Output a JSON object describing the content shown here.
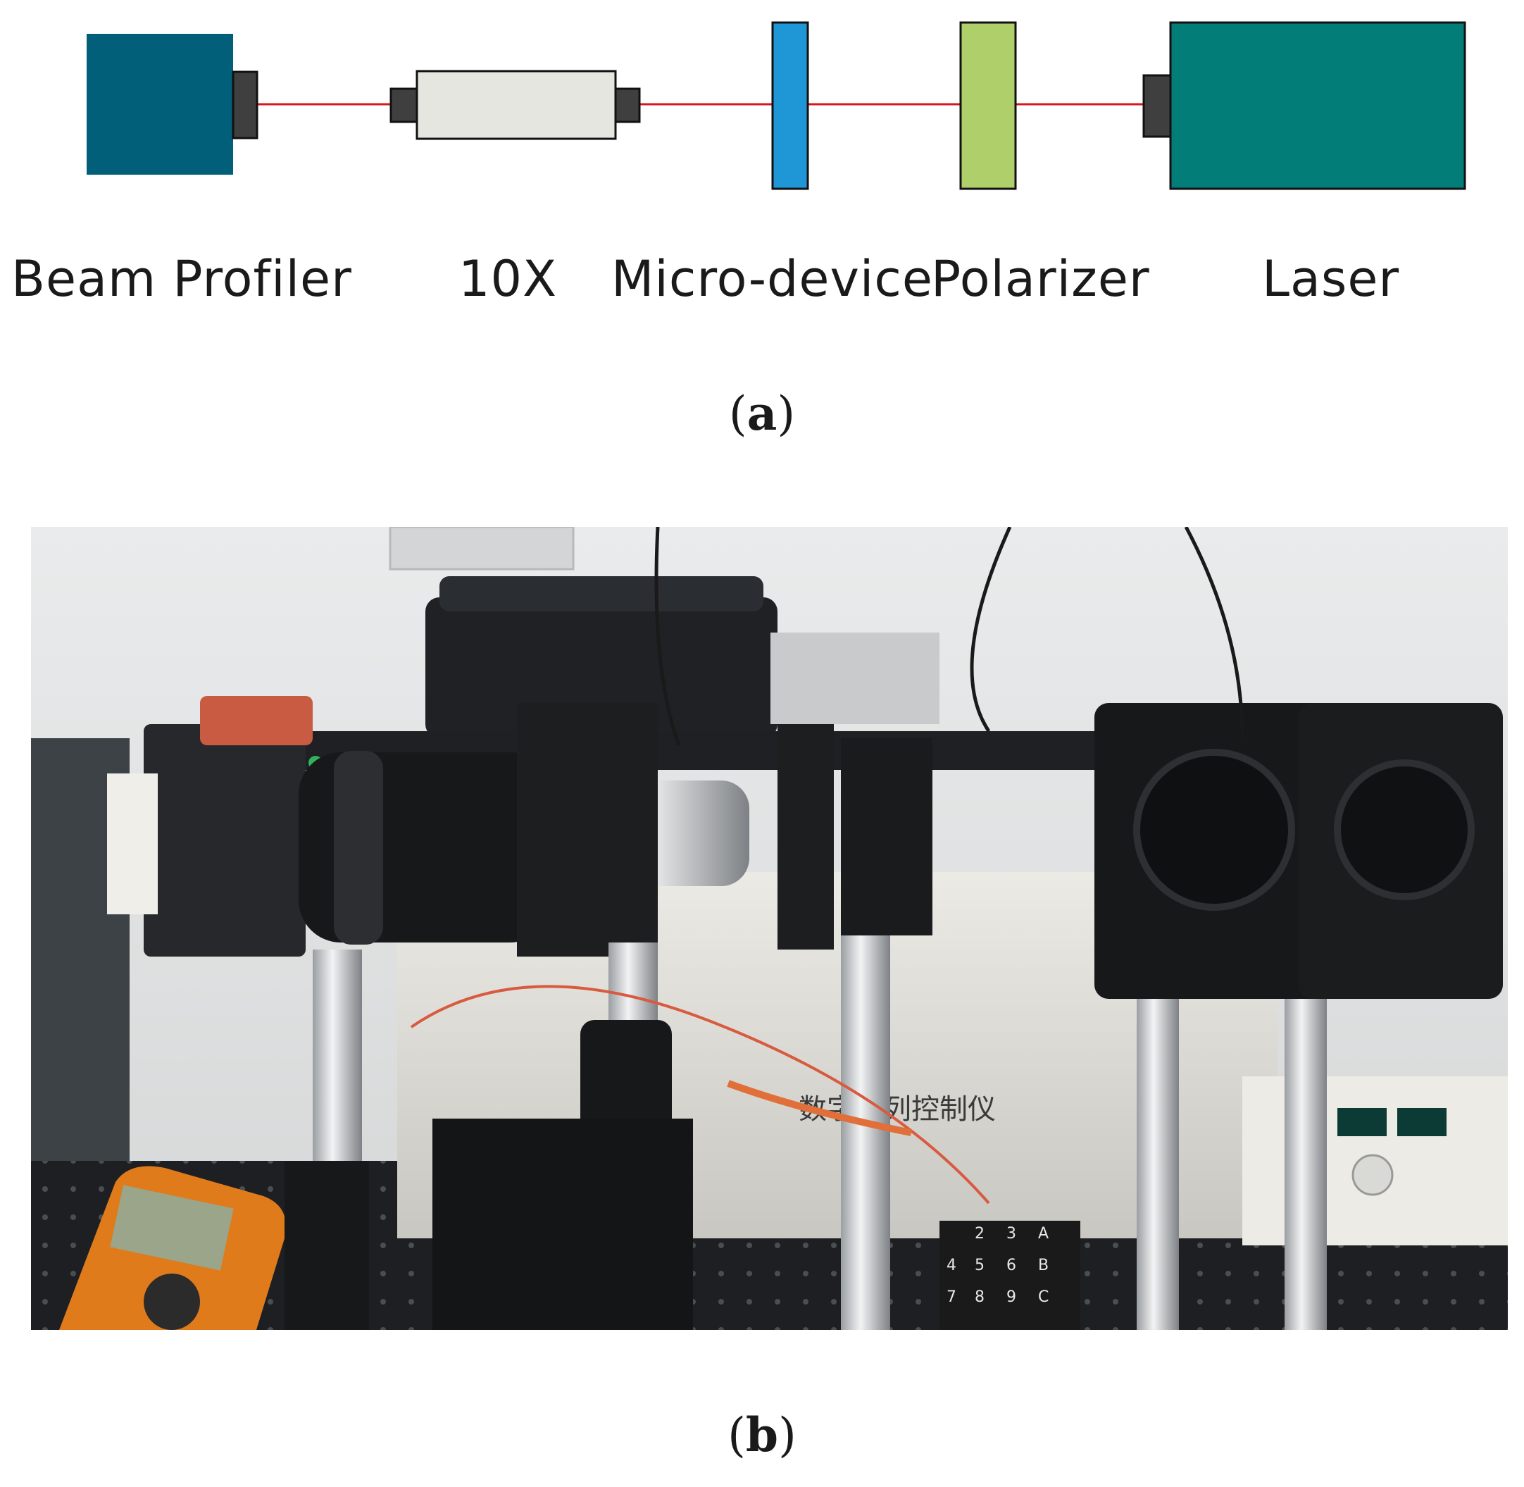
{
  "diagram": {
    "components": [
      {
        "id": "beam-profiler",
        "label": "Beam Profiler",
        "color": "#025f79"
      },
      {
        "id": "objective",
        "label": "10X",
        "color": "#e6e6e1"
      },
      {
        "id": "micro-device",
        "label": "Micro-device",
        "color": "#1f97d7"
      },
      {
        "id": "polarizer",
        "label": "Polarizer",
        "color": "#aecf6a"
      },
      {
        "id": "laser",
        "label": "Laser",
        "color": "#027d78"
      }
    ],
    "beam_color": "#d9161b",
    "connector_color": "#3f3f3f",
    "panel_label": {
      "open": "(",
      "letter": "a",
      "close": ")"
    }
  },
  "photo": {
    "panel_label": {
      "open": "(",
      "letter": "b",
      "close": ")"
    },
    "device_label": "数字阵列控制仪",
    "keypad": [
      "2",
      "3",
      "A",
      "4",
      "5",
      "6",
      "B",
      "7",
      "8",
      "9",
      "C"
    ]
  }
}
